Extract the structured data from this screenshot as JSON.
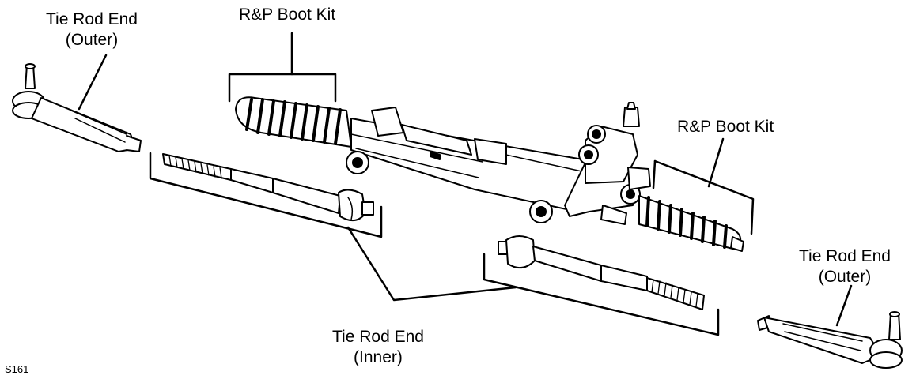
{
  "labels": {
    "tie_rod_outer_left": {
      "line1": "Tie Rod End",
      "line2": "(Outer)"
    },
    "boot_kit_top": "R&P Boot Kit",
    "boot_kit_right": "R&P Boot Kit",
    "tie_rod_outer_right": {
      "line1": "Tie Rod End",
      "line2": "(Outer)"
    },
    "tie_rod_inner": {
      "line1": "Tie Rod End",
      "line2": "(Inner)"
    }
  },
  "figure_code": "S161",
  "colors": {
    "ink": "#000000",
    "part_fill": "#ffffff",
    "shade": "#cfcfcf"
  }
}
